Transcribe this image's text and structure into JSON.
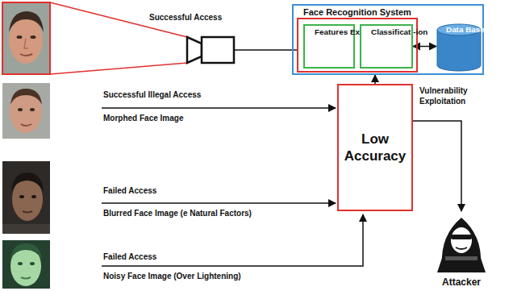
{
  "diagram": {
    "nodes": [
      {
        "text": [
          "Face Recognition System"
        ]
      },
      {
        "text": [
          "Features Extraction"
        ],
        "in": 0
      },
      {
        "text": [
          "Classificat -ion"
        ],
        "in": 0
      },
      {
        "text": [
          "Data Base"
        ],
        "in": 0
      },
      {
        "text": [
          "Low Accuracy"
        ]
      },
      {
        "text": [
          "Attacker"
        ]
      }
    ],
    "edges": [
      {
        "from": 2,
        "to": 3,
        "arrow": "both"
      },
      {
        "from": 4,
        "to": 0,
        "arrow": "to"
      },
      {
        "from": 4,
        "to": 5,
        "arrow": "to",
        "label": "Vulnerability Exploitation"
      }
    ],
    "labels": [
      "Successful Access",
      "Successful Illegal Access",
      "Morphed Face Image",
      "Failed Access",
      "Blurred Face Image (e Natural Factors)",
      "Failed Access",
      "Noisy Face Image (Over Lightening)"
    ]
  }
}
